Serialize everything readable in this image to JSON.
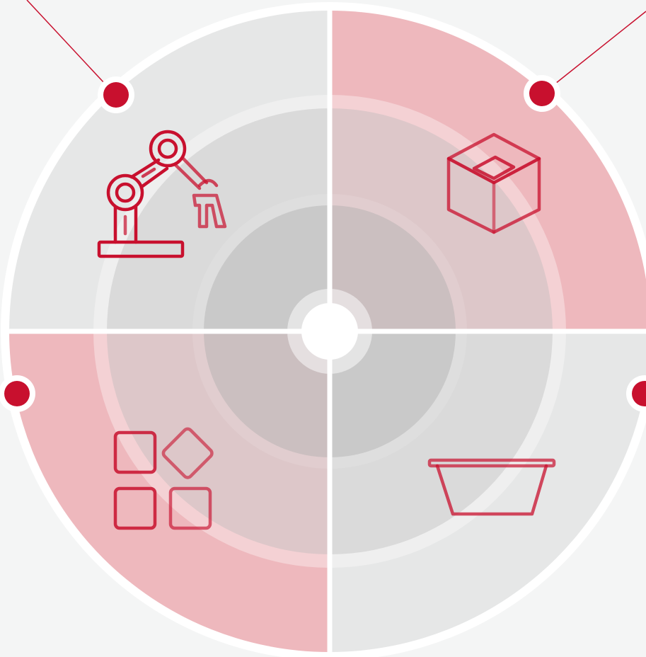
{
  "diagram": {
    "quadrants": [
      {
        "id": "top-left",
        "icon": "robot-arm-icon",
        "highlighted": false
      },
      {
        "id": "top-right",
        "icon": "box-icon",
        "highlighted": true
      },
      {
        "id": "bottom-left",
        "icon": "blocks-icon",
        "highlighted": true
      },
      {
        "id": "bottom-right",
        "icon": "tray-icon",
        "highlighted": false
      }
    ],
    "connector_dots": [
      "top-left",
      "top-right",
      "left",
      "right"
    ]
  },
  "colors": {
    "background": "#f4f5f5",
    "accent": "#c8102e",
    "highlight_fill": "#eeb8bd",
    "neutral_fill": "#e6e7e7",
    "ring_middle": "#d8d8d8",
    "ring_inner": "#c9c9c9",
    "divider": "#ffffff"
  }
}
